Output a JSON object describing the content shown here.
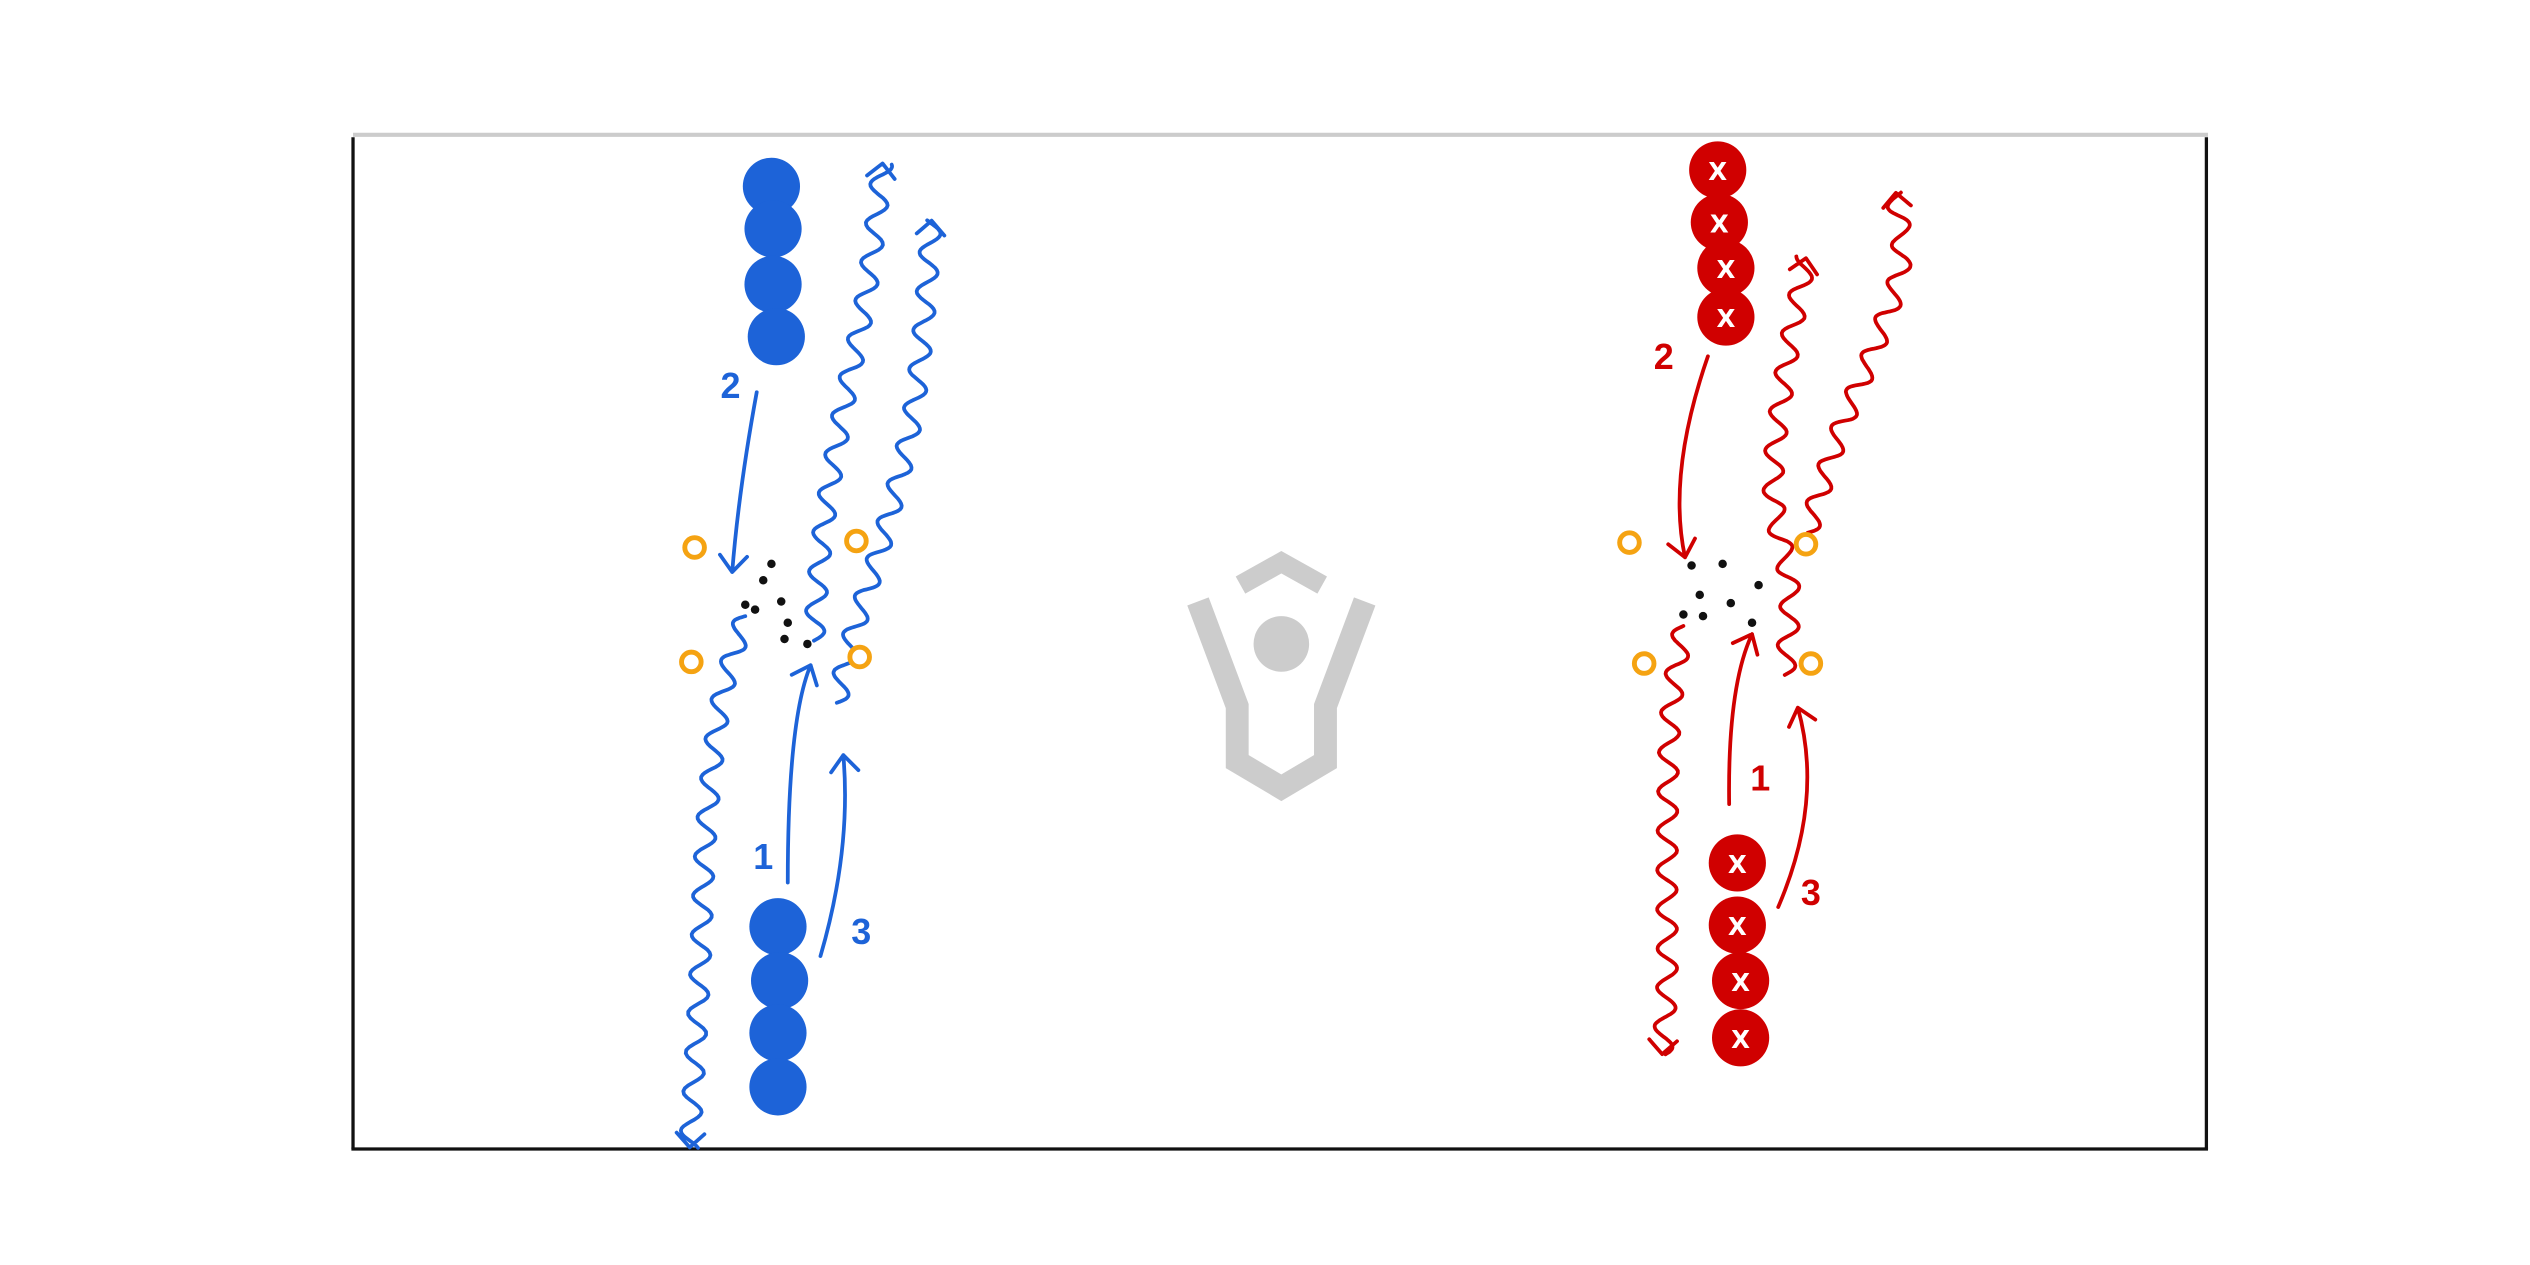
{
  "colors": {
    "blue_team": "#1d63d8",
    "red_team": "#d00000",
    "cone": "#f5a312",
    "ball": "#111111",
    "field_border": "#111111",
    "field_top_border": "#cccccc",
    "logo": "#cccccc",
    "background": "#ffffff"
  },
  "blue_team": {
    "run_labels": [
      "1",
      "2",
      "3"
    ]
  },
  "red_team": {
    "player_mark": "X",
    "run_labels": [
      "1",
      "2",
      "3"
    ]
  },
  "icons": {
    "watermark": "logo-icon",
    "cone": "cone-icon",
    "ball": "ball-icon",
    "player": "player-icon"
  }
}
